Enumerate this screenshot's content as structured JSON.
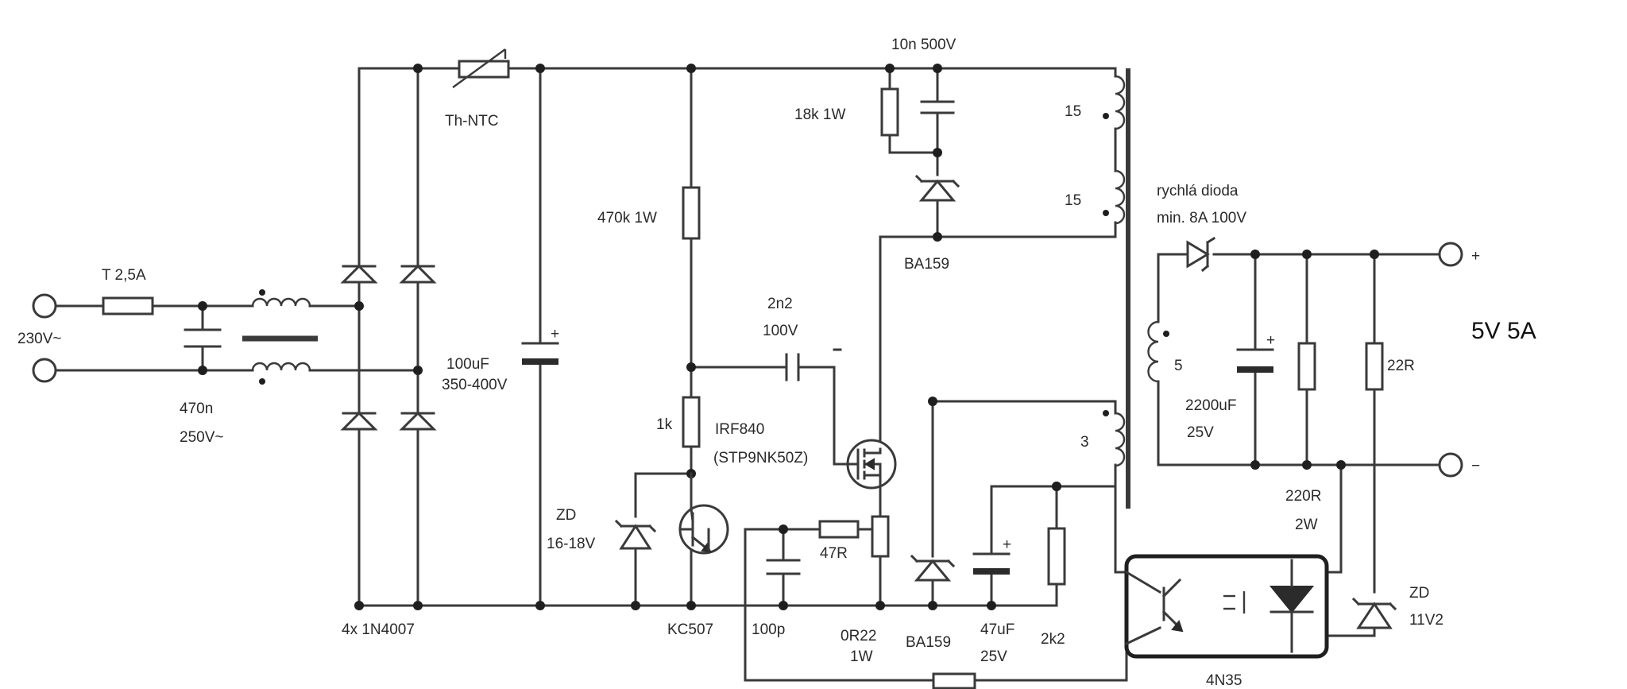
{
  "rating": "5V 5A",
  "input": {
    "voltage": "230V~",
    "fuse": "T 2,5A",
    "x_cap_value": "470n",
    "x_cap_rating": "250V~"
  },
  "rectifier": {
    "diodes": "4x 1N4007",
    "ntc": "Th-NTC",
    "bulk_cap_value": "100uF",
    "bulk_cap_rating": "350-400V"
  },
  "startup": {
    "resistor": "470k 1W",
    "cap_value": "2n2",
    "cap_rating": "100V",
    "gate_resistor": "1k"
  },
  "mosfet": {
    "name": "IRF840",
    "alt": "(STP9NK50Z)"
  },
  "snubber": {
    "cap": "10n 500V",
    "resistor": "18k 1W",
    "diode": "BA159"
  },
  "transformer": {
    "primary_1": "15",
    "primary_2": "15",
    "secondary": "5",
    "auxiliary": "3"
  },
  "control": {
    "zener_label": "ZD",
    "zener_value": "16-18V",
    "transistor": "KC507",
    "cap": "100p",
    "base_resistor": "47R",
    "sense_resistor_value": "0R22",
    "sense_resistor_rating": "1W",
    "aux_diode": "BA159",
    "aux_cap_value": "47uF",
    "aux_cap_rating": "25V",
    "aux_resistor": "2k2"
  },
  "output": {
    "diode_line1": "rychlá dioda",
    "diode_line2": "min. 8A 100V",
    "cap_value": "2200uF",
    "cap_rating": "25V",
    "load_resistor_value": "220R",
    "load_resistor_rating": "2W",
    "series_resistor": "22R",
    "plus": "+",
    "minus": "−",
    "zener_label": "ZD",
    "zener_value": "11V2"
  },
  "optocoupler": {
    "name": "4N35"
  }
}
